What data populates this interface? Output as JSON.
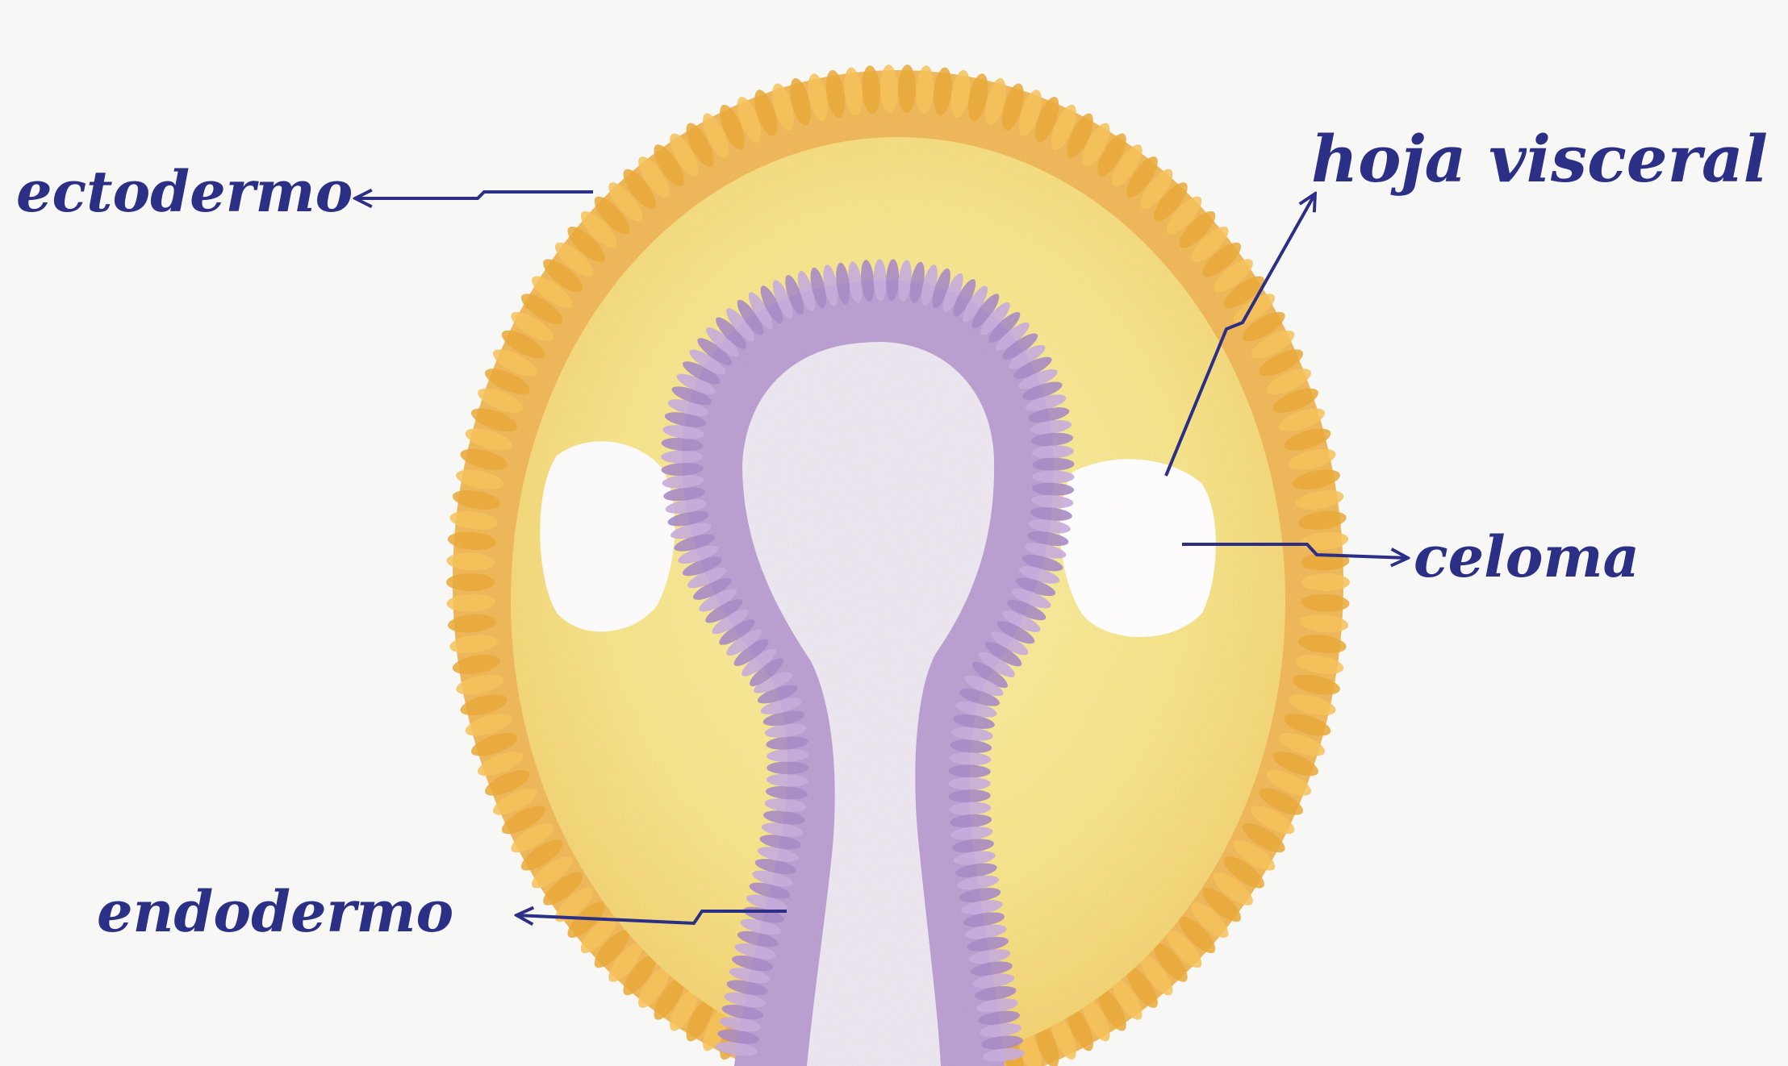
{
  "diagram": {
    "labels": {
      "ectodermo": "ectodermo",
      "hoja_visceral": "hoja visceral",
      "celoma": "celoma",
      "endodermo": "endodermo"
    },
    "colors": {
      "paper": "#f7f7f5",
      "ectoderm_outer": "#f2b84a",
      "ectoderm_fill": "#f7e27a",
      "endoderm_purple": "#b89ad0",
      "endoderm_lumen": "#efeaf3",
      "coelom": "#fdfcff",
      "ink": "#2b2f86"
    },
    "icons": {
      "arrow": "arrow-icon"
    }
  }
}
